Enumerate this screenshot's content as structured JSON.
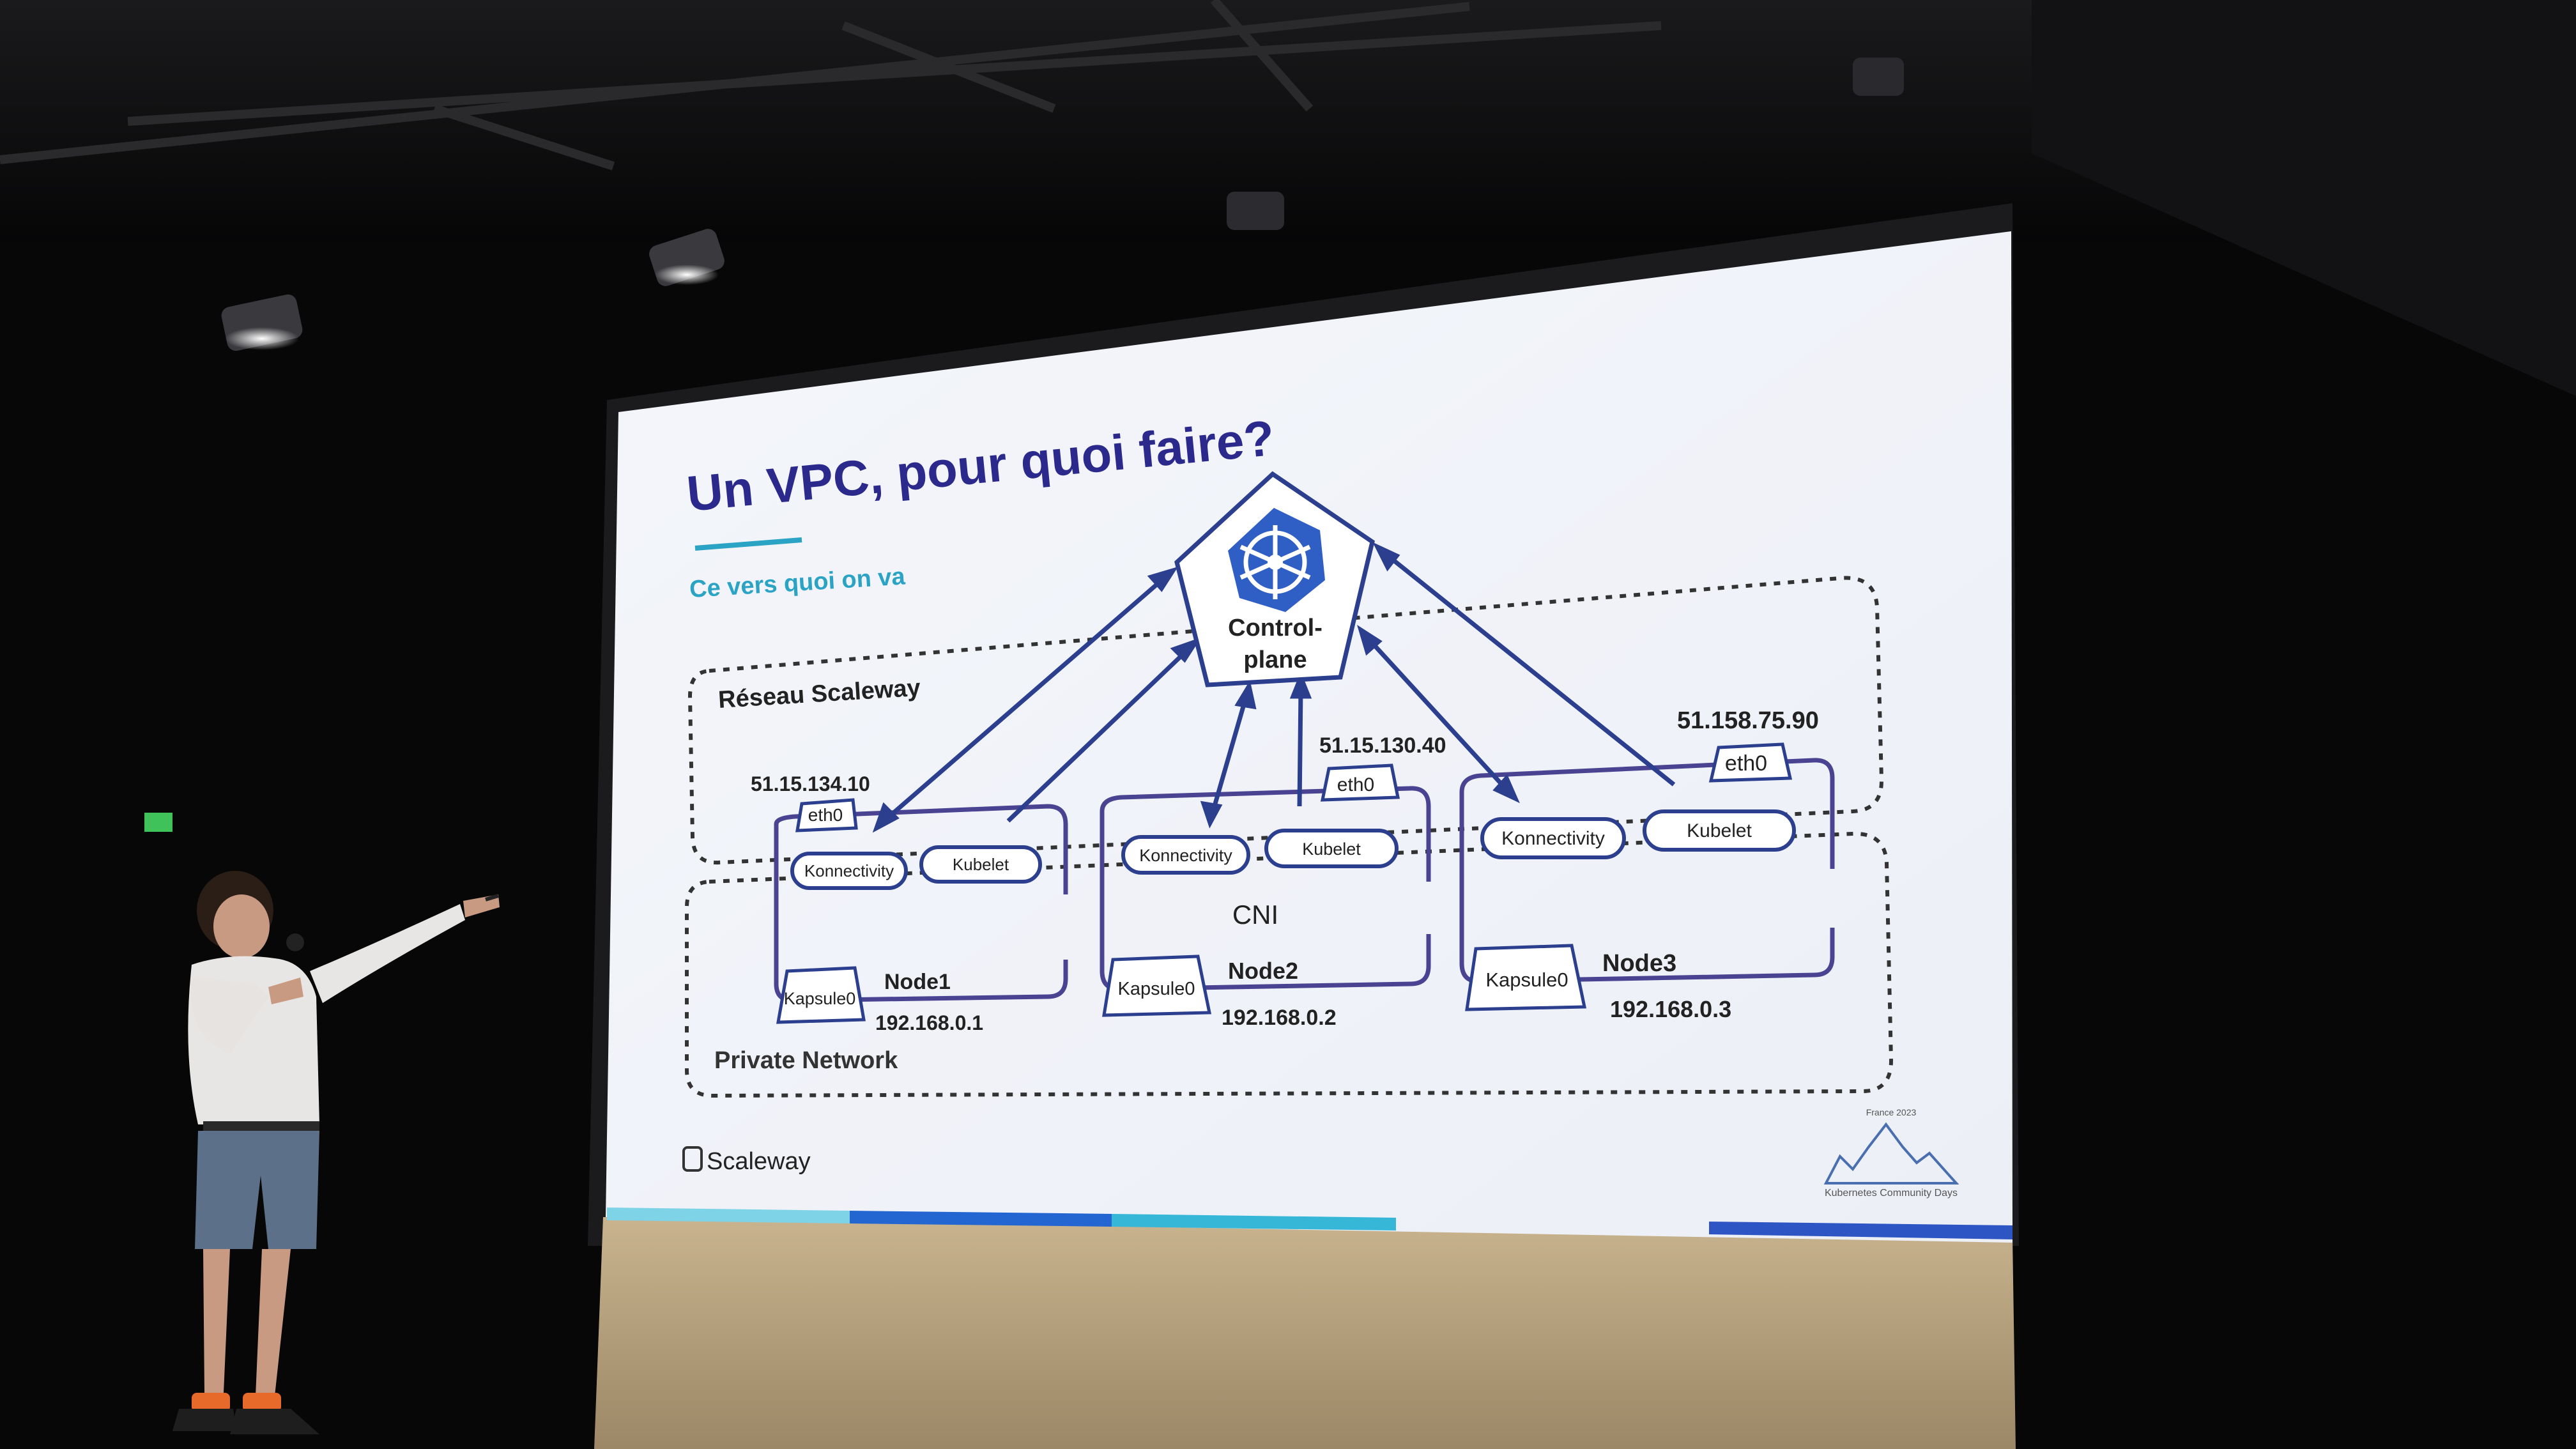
{
  "slide": {
    "title": "Un VPC, pour quoi faire?",
    "subtitle": "Ce vers quoi on va",
    "brand": "Scaleway",
    "event_year": "France 2023",
    "event_name": "Kubernetes Community Days",
    "diagram": {
      "control_plane": "Control-\nplane",
      "public_network": "Réseau Scaleway",
      "private_network": "Private Network",
      "cni": "CNI",
      "nodes": [
        {
          "name": "Node1",
          "public_ip": "51.15.134.10",
          "public_if": "eth0",
          "private_if": "Kapsule0",
          "private_ip": "192.168.0.1",
          "services": [
            "Konnectivity",
            "Kubelet"
          ]
        },
        {
          "name": "Node2",
          "public_ip": "51.15.130.40",
          "public_if": "eth0",
          "private_if": "Kapsule0",
          "private_ip": "192.168.0.2",
          "services": [
            "Konnectivity",
            "Kubelet"
          ]
        },
        {
          "name": "Node3",
          "public_ip": "51.158.75.90",
          "public_if": "eth0",
          "private_if": "Kapsule0",
          "private_ip": "192.168.0.3",
          "services": [
            "Konnectivity",
            "Kubelet"
          ]
        }
      ]
    }
  },
  "colors": {
    "title": "#2b2a8c",
    "subtitle": "#2aa3c4",
    "diagram_line": "#2b3f8e",
    "node_border": "#4a4392",
    "kubernetes_blue": "#2f5fc4"
  }
}
